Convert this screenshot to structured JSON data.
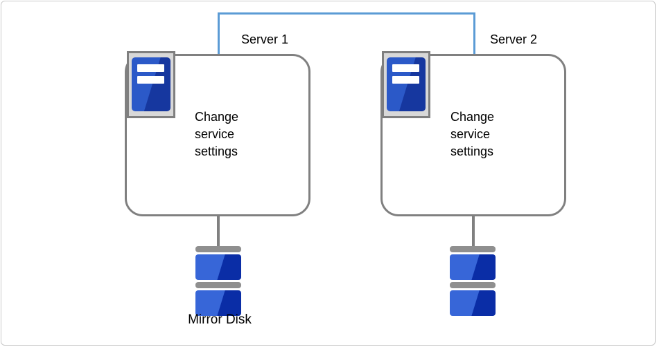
{
  "diagram": {
    "nodes": {
      "server1": {
        "label": "Server 1",
        "box_text": "Change\nservice\nsettings"
      },
      "server2": {
        "label": "Server 2",
        "box_text": "Change\nservice\nsettings"
      },
      "mirror_disk": {
        "label": "Mirror Disk"
      }
    },
    "icons": {
      "server1": "server-tower-icon",
      "server2": "server-tower-icon",
      "disk_left": "mirror-disk-stack-icon",
      "disk_right": "mirror-disk-stack-icon"
    },
    "colors": {
      "connector_blue": "#5B9BD5",
      "box_border_gray": "#808080",
      "icon_frame_fill": "#D8D8D8",
      "icon_frame_border": "#7F7F7F",
      "server_blue_light": "#2B59C8",
      "server_blue_dark": "#16379F",
      "disk_blue_light": "#3766D8",
      "disk_blue_dark": "#0A2DA6",
      "disk_bar_gray": "#8F8F8F",
      "stem_gray": "#808080",
      "frame_border": "#C8C8C8",
      "text_color": "#000000"
    }
  }
}
